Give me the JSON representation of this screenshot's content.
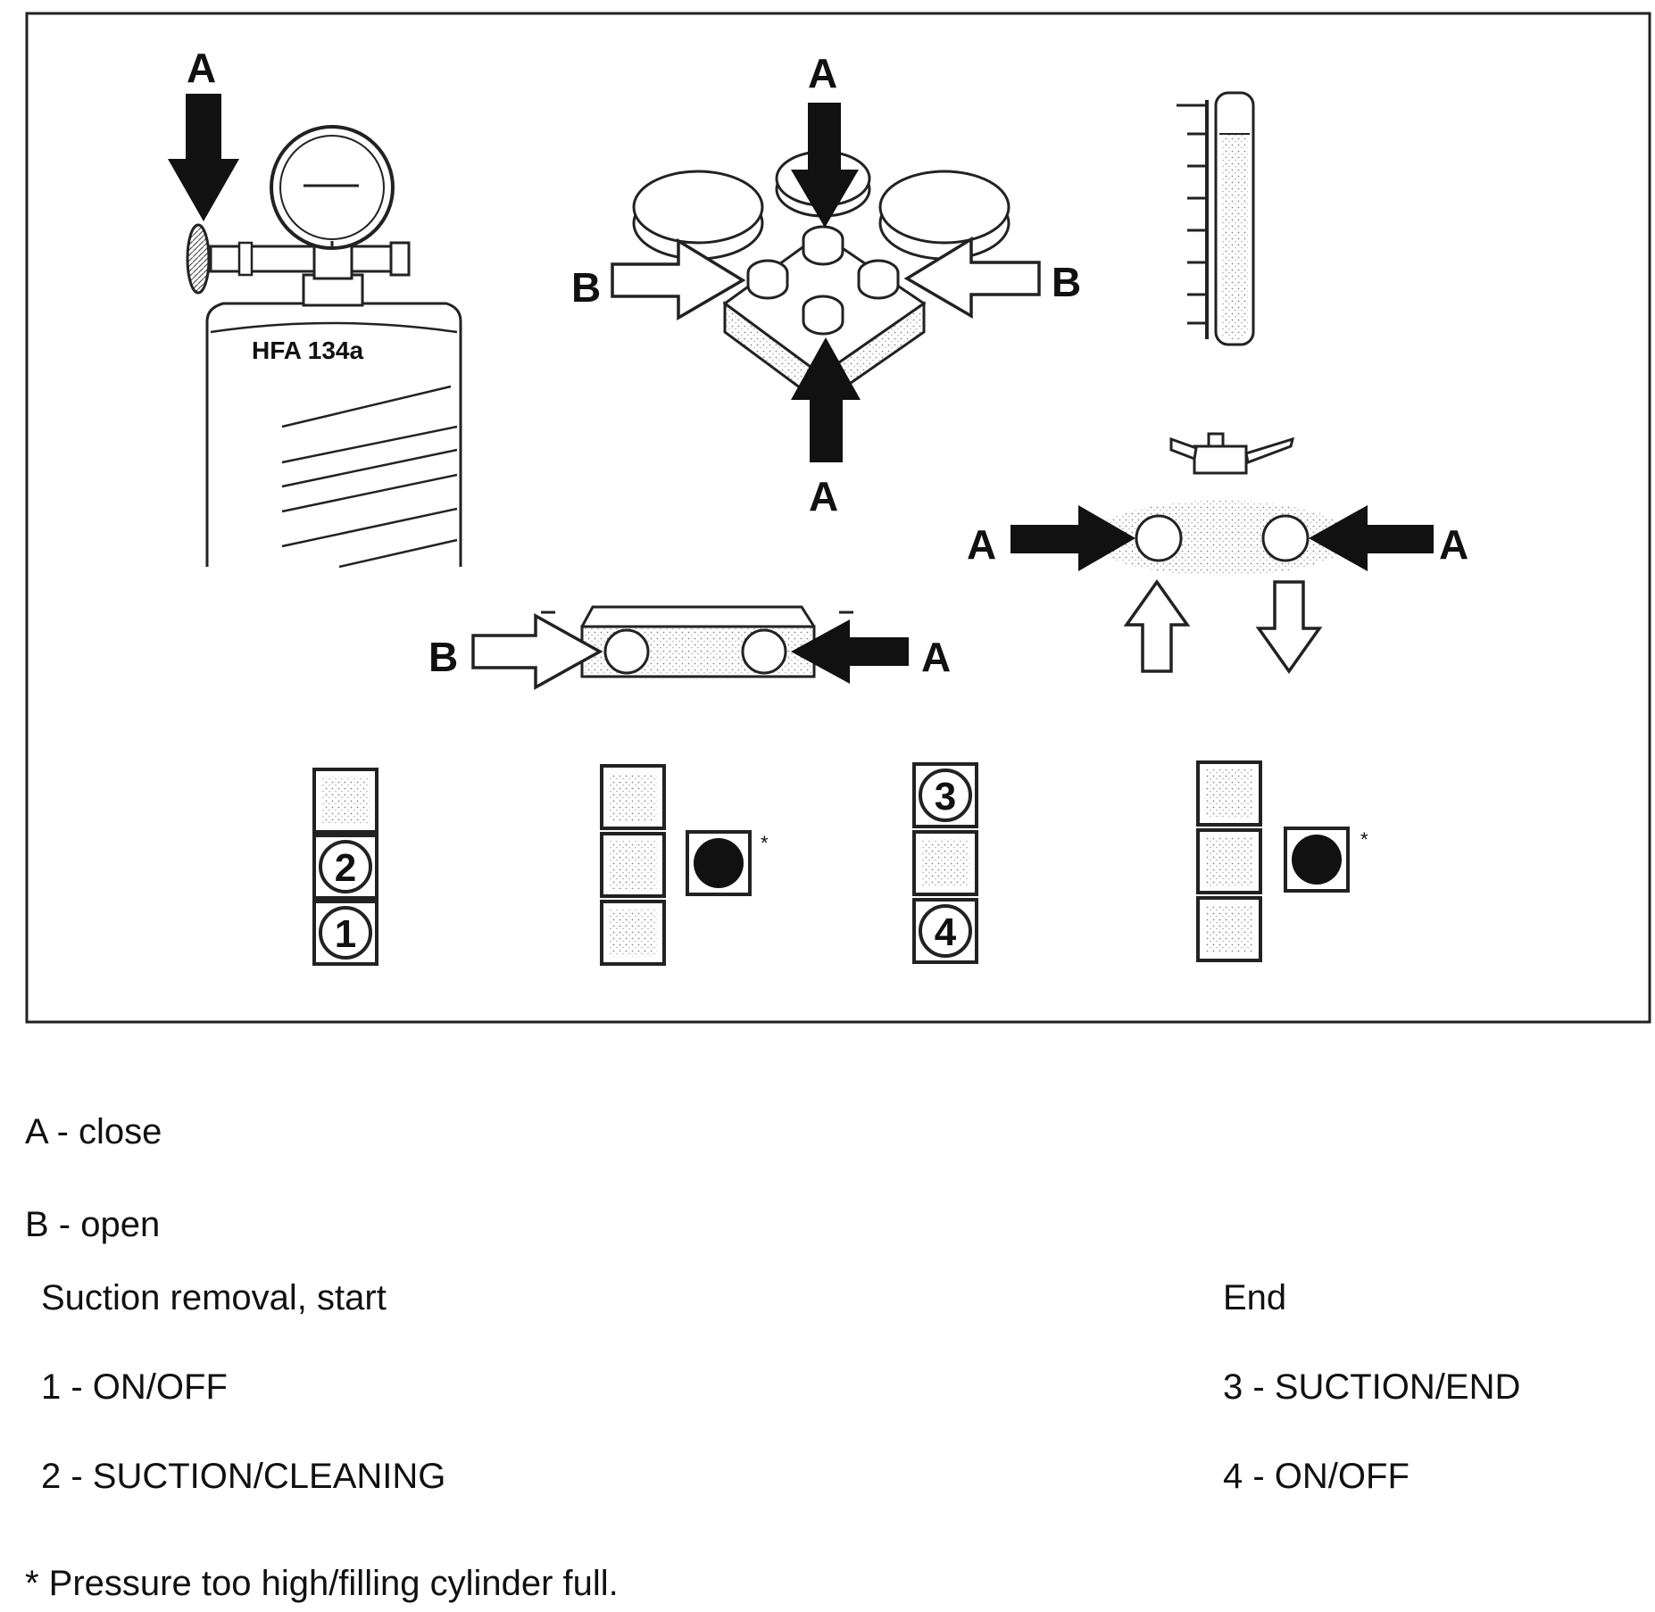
{
  "diagram": {
    "cylinder_label": "HFA 134a",
    "callouts": {
      "a": "A",
      "b": "B"
    },
    "key_numbers": {
      "k1": "1",
      "k2": "2",
      "k3": "3",
      "k4": "4"
    },
    "asterisk": "*"
  },
  "legend": {
    "a_close": "A - close",
    "b_open": "B - open",
    "suction_start_heading": "Suction removal, start",
    "end_heading": "End",
    "step1": "1 - ON/OFF",
    "step2": "2 - SUCTION/CLEANING",
    "step3": "3 - SUCTION/END",
    "step4": "4 - ON/OFF",
    "footnote": "* Pressure too high/filling cylinder full."
  }
}
